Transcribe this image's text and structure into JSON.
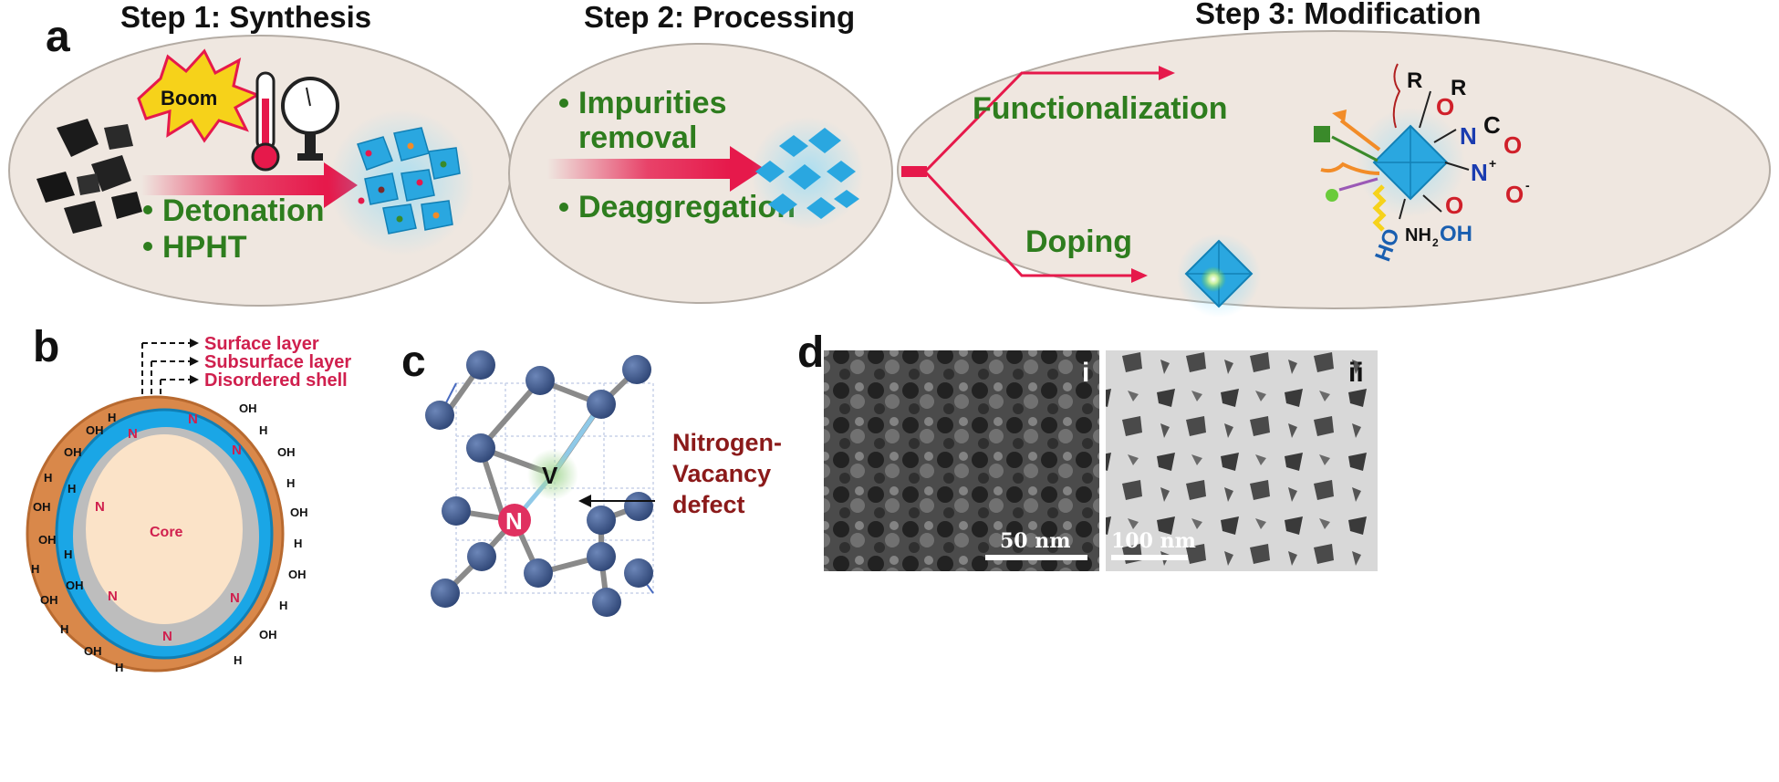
{
  "panel_a": {
    "letter": "a",
    "step1": {
      "title": "Step 1: Synthesis",
      "boom": "Boom",
      "bullets": [
        "Detonation",
        "HPHT"
      ]
    },
    "step2": {
      "title": "Step 2: Processing",
      "bullets": [
        "Impurities",
        "removal",
        "Deaggregation"
      ]
    },
    "step3": {
      "title": "Step 3: Modification",
      "functionalization": "Functionalization",
      "doping": "Doping",
      "groups": [
        "R",
        "O",
        "R",
        "N",
        "C",
        "N",
        "+",
        "O",
        "O",
        "-",
        "O",
        "HO",
        "NH",
        "2",
        "OH"
      ]
    }
  },
  "panel_b": {
    "letter": "b",
    "layers": [
      "Surface layer",
      "Subsurface layer",
      "Disordered shell"
    ],
    "core": "Core",
    "nitrogen": "N",
    "surface_groups": [
      "H",
      "OH"
    ]
  },
  "panel_c": {
    "letter": "c",
    "vacancy": "V",
    "nitrogen": "N",
    "defect_label": [
      "Nitrogen-",
      "Vacancy",
      "defect"
    ]
  },
  "panel_d": {
    "letter": "d",
    "images": [
      {
        "tag": "i",
        "scale": "50 nm"
      },
      {
        "tag": "ii",
        "scale": "100 nm"
      }
    ]
  },
  "colors": {
    "ellipse_fill": "#efe7e0",
    "ellipse_stroke": "#b4aca4",
    "arrow_red": "#e6194b",
    "text_green": "#2e7d1e",
    "diamond_blue": "#2aa7e0",
    "atom_blue": "#3d5a8c",
    "nv_red": "#e03060"
  }
}
